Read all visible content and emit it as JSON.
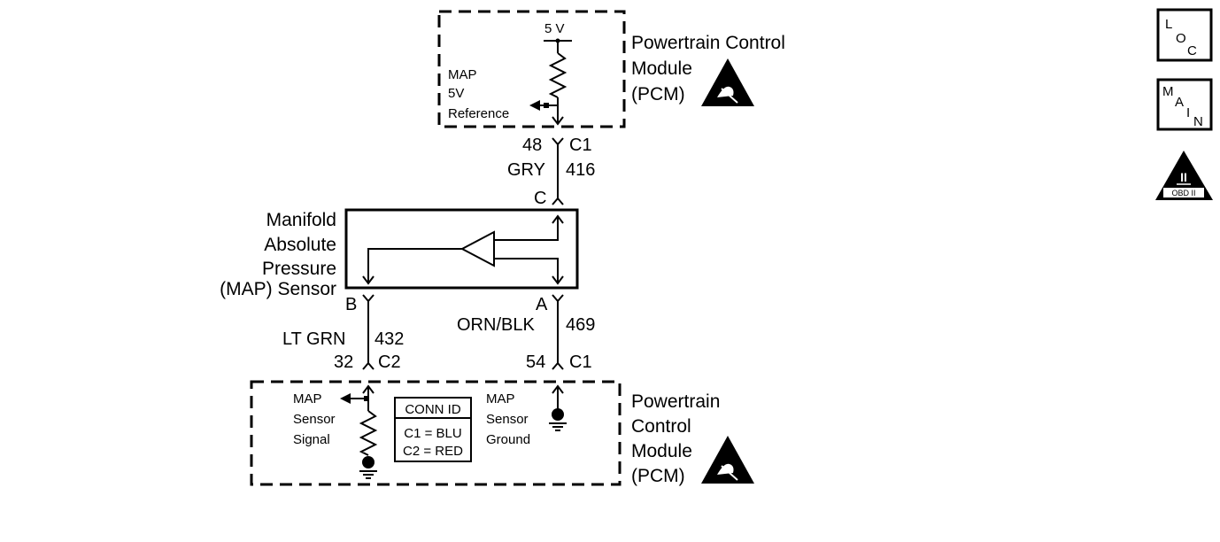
{
  "top_pcm": {
    "title_line1": "Powertrain Control",
    "title_line2": "Module",
    "title_line3": "(PCM)",
    "supply_label": "5 V",
    "circuit_label_1": "MAP",
    "circuit_label_2": "5V",
    "circuit_label_3": "Reference"
  },
  "wire_c": {
    "pin": "48",
    "connector": "C1",
    "color": "GRY",
    "circuit": "416",
    "sensor_pin": "C"
  },
  "sensor": {
    "name_line1": "Manifold",
    "name_line2": "Absolute",
    "name_line3": "Pressure",
    "name_line4": "(MAP) Sensor"
  },
  "wire_b": {
    "sensor_pin": "B",
    "color": "LT GRN",
    "circuit": "432",
    "pin": "32",
    "connector": "C2"
  },
  "wire_a": {
    "sensor_pin": "A",
    "color": "ORN/BLK",
    "circuit": "469",
    "pin": "54",
    "connector": "C1"
  },
  "bottom_pcm": {
    "title_line1": "Powertrain",
    "title_line2": "Control",
    "title_line3": "Module",
    "title_line4": "(PCM)",
    "signal_label_1": "MAP",
    "signal_label_2": "Sensor",
    "signal_label_3": "Signal",
    "ground_label_1": "MAP",
    "ground_label_2": "Sensor",
    "ground_label_3": "Ground",
    "conn_id_title": "CONN ID",
    "conn_id_c1": "C1 = BLU",
    "conn_id_c2": "C2 = RED"
  },
  "side_icons": {
    "loc_1": "L",
    "loc_2": "O",
    "loc_3": "C",
    "main_1": "M",
    "main_2": "A",
    "main_3": "I",
    "main_4": "N",
    "obd_roman": "II",
    "obd_text": "OBD II"
  },
  "icons": [
    "esd-warning-icon",
    "ground-icon",
    "resistor-icon",
    "location-icon",
    "main-icon",
    "obd-ii-icon"
  ]
}
